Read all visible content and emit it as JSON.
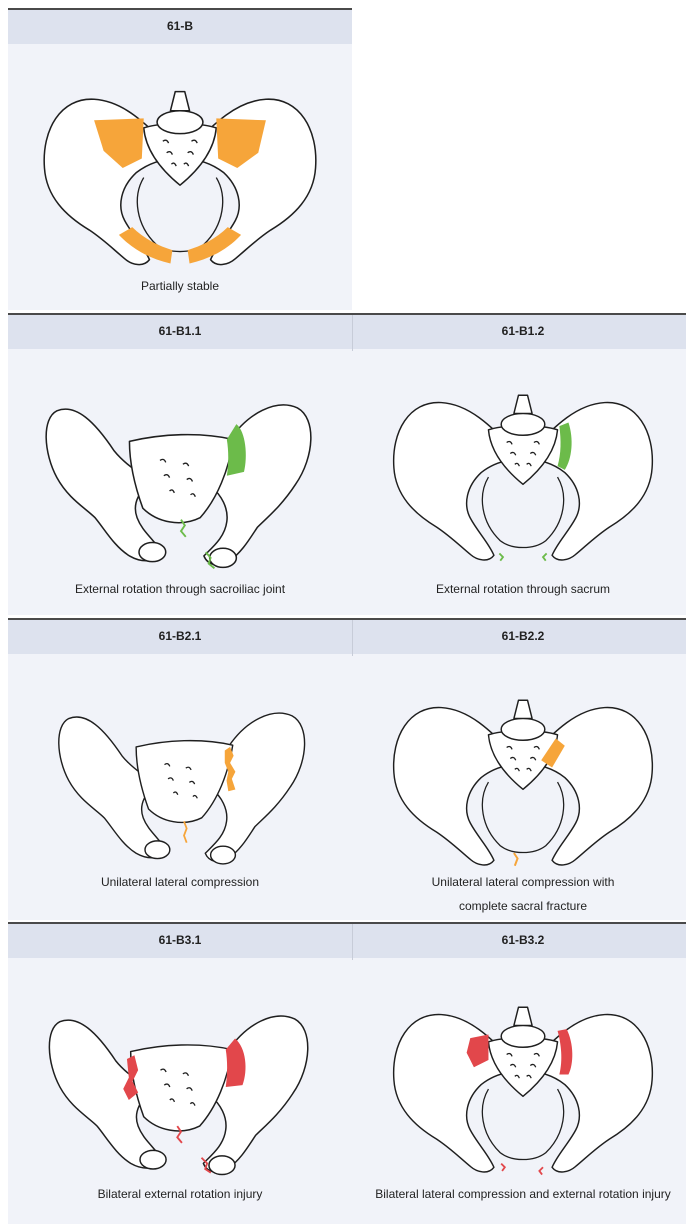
{
  "colors": {
    "orange": "#f6a53a",
    "green": "#6cbb4a",
    "red": "#e2474b",
    "header_bg": "#dde2ee",
    "panel_bg": "#f1f3f9"
  },
  "panels": {
    "b": {
      "code": "61-B",
      "caption": "Partially stable"
    },
    "b11": {
      "code": "61-B1.1",
      "caption": "External rotation through sacroiliac joint"
    },
    "b12": {
      "code": "61-B1.2",
      "caption": "External rotation through sacrum"
    },
    "b21": {
      "code": "61-B2.1",
      "caption": "Unilateral lateral compression"
    },
    "b22": {
      "code": "61-B2.2",
      "caption_line1": "Unilateral lateral compression with",
      "caption_line2": "complete sacral fracture"
    },
    "b31": {
      "code": "61-B3.1",
      "caption": "Bilateral external rotation injury"
    },
    "b32": {
      "code": "61-B3.2",
      "caption": "Bilateral lateral compression and external rotation injury"
    }
  }
}
